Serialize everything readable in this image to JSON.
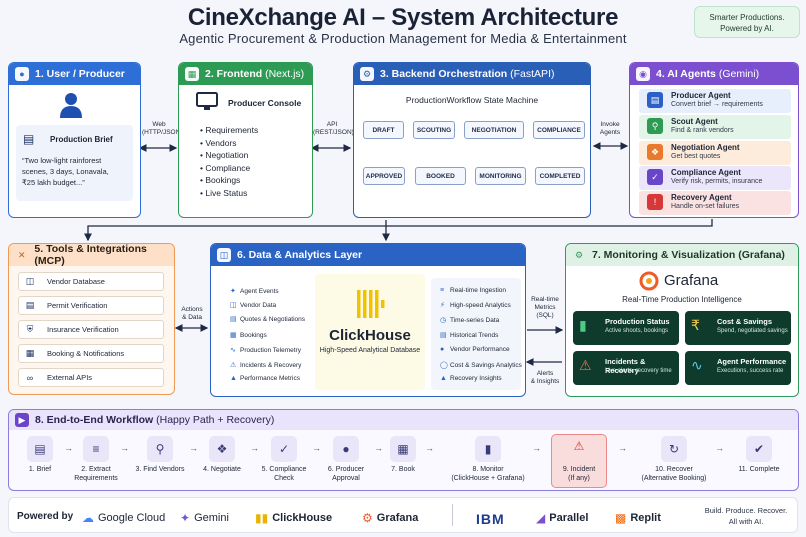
{
  "header": {
    "title": "CineXchange AI – System Architecture",
    "subtitle": "Agentic Procurement & Production Management for Media & Entertainment",
    "tagline_line1": "Smarter Productions.",
    "tagline_line2": "Powered by AI."
  },
  "user_panel": {
    "title": "1. User / Producer",
    "brief_title": "Production Brief",
    "brief_line1": "“Two low-light rainforest",
    "brief_line2": "scenes, 3 days, Lonavala,",
    "brief_line3": "₹25 lakh budget...”"
  },
  "frontend_panel": {
    "title_bold": "2. Frontend",
    "title_light": "(Next.js)",
    "console_title": "Producer Console",
    "items": [
      "Requirements",
      "Vendors",
      "Negotiation",
      "Compliance",
      "Bookings",
      "Live Status"
    ]
  },
  "backend_panel": {
    "title_bold": "3. Backend Orchestration",
    "title_light": "(FastAPI)",
    "machine_title": "ProductionWorkflow State Machine",
    "states": [
      "DRAFT",
      "SCOUTING",
      "NEGOTIATION",
      "COMPLIANCE",
      "APPROVED",
      "BOOKED",
      "MONITORING",
      "COMPLETED"
    ]
  },
  "agents_panel": {
    "title_bold": "4. AI Agents",
    "title_light": "(Gemini)",
    "agents": [
      {
        "name": "Producer Agent",
        "desc": "Convert brief → requirements",
        "icon": "document-icon",
        "bg": "#e7eefc",
        "accent": "#2d5fc8"
      },
      {
        "name": "Scout Agent",
        "desc": "Find & rank vendors",
        "icon": "search-icon",
        "bg": "#e3f5e8",
        "accent": "#2e9b55"
      },
      {
        "name": "Negotiation Agent",
        "desc": "Get best quotes",
        "icon": "handshake-icon",
        "bg": "#fdebdc",
        "accent": "#e77a2c"
      },
      {
        "name": "Compliance Agent",
        "desc": "Verify risk, permits, insurance",
        "icon": "shield-icon",
        "bg": "#ece6fb",
        "accent": "#6b45c8"
      },
      {
        "name": "Recovery Agent",
        "desc": "Handle on-set failures",
        "icon": "warning-icon",
        "bg": "#fbe2e2",
        "accent": "#d63838"
      }
    ]
  },
  "tools_panel": {
    "title": "5. Tools & Integrations (MCP)",
    "items": [
      {
        "label": "Vendor Database",
        "icon": "database-icon"
      },
      {
        "label": "Permit Verification",
        "icon": "document-icon"
      },
      {
        "label": "Insurance Verification",
        "icon": "shield-icon"
      },
      {
        "label": "Booking & Notifications",
        "icon": "calendar-icon"
      },
      {
        "label": "External APIs",
        "icon": "link-icon"
      }
    ]
  },
  "data_panel": {
    "title": "6. Data & Analytics Layer",
    "left_items": [
      "Agent Events",
      "Vendor Data",
      "Quotes & Negotiations",
      "Bookings",
      "Production Telemetry",
      "Incidents & Recovery",
      "Performance Metrics"
    ],
    "right_items": [
      "Real-time Ingestion",
      "High-speed Analytics",
      "Time-series Data",
      "Historical Trends",
      "Vendor Performance",
      "Cost & Savings Analytics",
      "Recovery Insights"
    ],
    "db_name": "ClickHouse",
    "db_desc": "High-Speed Analytical Database"
  },
  "monitoring_panel": {
    "title": "7. Monitoring & Visualization (Grafana)",
    "brand": "Grafana",
    "subtitle": "Real-Time Production Intelligence",
    "cards": [
      {
        "title": "Production Status",
        "desc": "Active shoots, bookings",
        "icon": "bar-chart-icon"
      },
      {
        "title": "Cost & Savings",
        "desc": "Spend, negotiated savings",
        "icon": "rupee-icon"
      },
      {
        "title": "Incidents & Recovery",
        "desc": "Live alerts, recovery time",
        "icon": "warning-icon"
      },
      {
        "title": "Agent Performance",
        "desc": "Executions, success rate",
        "icon": "pulse-icon"
      }
    ]
  },
  "connectors": {
    "web_line1": "Web",
    "web_line2": "(HTTP/JSON)",
    "api_line1": "API",
    "api_line2": "(REST/JSON)",
    "invoke_line1": "Invoke",
    "invoke_line2": "Agents",
    "actions_line1": "Actions",
    "actions_line2": "& Data",
    "metrics_line1": "Real-time",
    "metrics_line2": "Metrics",
    "metrics_line3": "(SQL)",
    "alerts_line1": "Alerts",
    "alerts_line2": "& Insights"
  },
  "workflow": {
    "title_bold": "8. End-to-End Workflow",
    "title_light": "(Happy Path + Recovery)",
    "steps": [
      {
        "line1": "1. Brief",
        "line2": "",
        "icon": "document-icon"
      },
      {
        "line1": "2. Extract",
        "line2": "Requirements",
        "icon": "list-icon"
      },
      {
        "line1": "3. Find Vendors",
        "line2": "",
        "icon": "search-icon"
      },
      {
        "line1": "4. Negotiate",
        "line2": "",
        "icon": "handshake-icon"
      },
      {
        "line1": "5. Compliance",
        "line2": "Check",
        "icon": "shield-icon"
      },
      {
        "line1": "6. Producer",
        "line2": "Approval",
        "icon": "user-icon"
      },
      {
        "line1": "7. Book",
        "line2": "",
        "icon": "calendar-icon"
      },
      {
        "line1": "8. Monitor",
        "line2": "(ClickHouse + Grafana)",
        "icon": "bar-chart-icon"
      },
      {
        "line1": "9. Incident",
        "line2": "(If any)",
        "icon": "warning-icon"
      },
      {
        "line1": "10. Recover",
        "line2": "(Alternative Booking)",
        "icon": "refresh-icon"
      },
      {
        "line1": "11. Complete",
        "line2": "",
        "icon": "check-icon"
      }
    ]
  },
  "footer": {
    "powered_by": "Powered by",
    "brands": [
      "Google Cloud",
      "Gemini",
      "ClickHouse",
      "Grafana",
      "IBM",
      "Parallel",
      "Replit"
    ],
    "slogan_line1": "Build. Produce. Recover.",
    "slogan_line2": "All with AI."
  }
}
